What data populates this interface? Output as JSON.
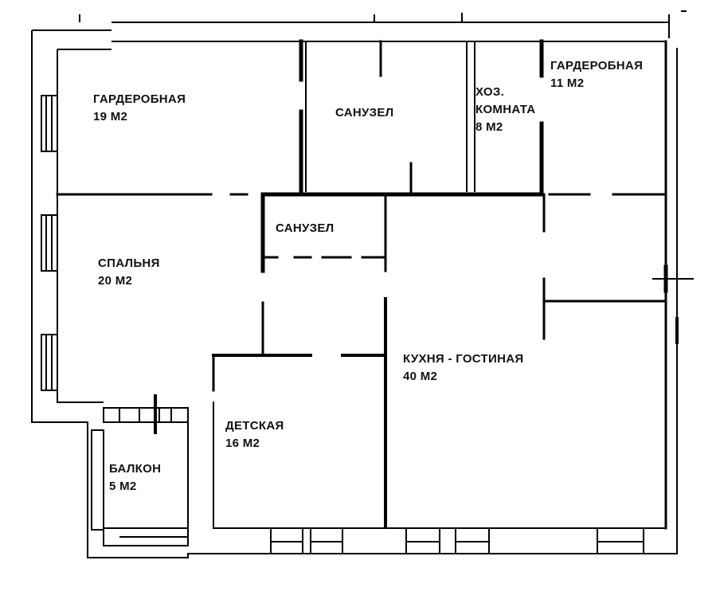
{
  "rooms": {
    "wardrobe_large": {
      "name": "ГАРДЕРОБНАЯ",
      "area": "19 М2"
    },
    "bathroom_top": {
      "name": "САНУЗЕЛ"
    },
    "utility": {
      "name_line1": "ХОЗ.",
      "name_line2": "КОМНАТА",
      "area": "8 М2"
    },
    "wardrobe_small": {
      "name": "ГАРДЕРОБНАЯ",
      "area": "11 М2"
    },
    "bathroom_mid": {
      "name": "САНУЗЕЛ"
    },
    "bedroom": {
      "name": "СПАЛЬНЯ",
      "area": "20 М2"
    },
    "kitchen_living": {
      "name": "КУХНЯ - ГОСТИНАЯ",
      "area": "40 М2"
    },
    "kids_room": {
      "name": "ДЕТСКАЯ",
      "area": "16 М2"
    },
    "balcony": {
      "name": "БАЛКОН",
      "area": "5 М2"
    }
  },
  "colors": {
    "wall": "#000000",
    "background": "#ffffff"
  }
}
